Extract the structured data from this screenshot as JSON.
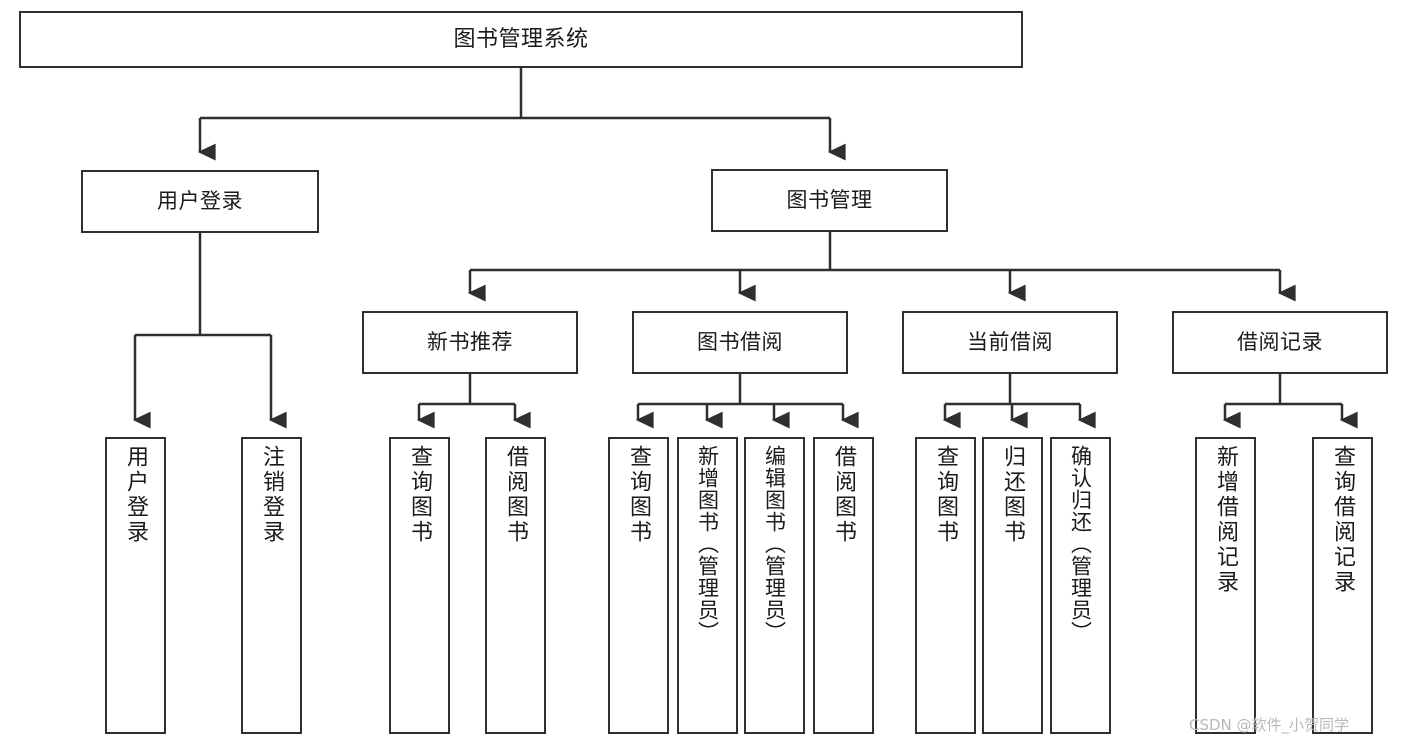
{
  "diagram": {
    "title": "图书管理系统",
    "type": "tree",
    "watermark": "CSDN @软件_小贺同学",
    "colors": {
      "box_border": "#2f2f2f",
      "box_fill": "#ffffff",
      "connector": "#2f2f2f",
      "text": "#1b1b1b",
      "watermark": "#b9b9b9",
      "background": "#ffffff"
    },
    "root": {
      "label": "图书管理系统"
    },
    "level1": [
      {
        "label": "用户登录"
      },
      {
        "label": "图书管理"
      }
    ],
    "level2": [
      {
        "label": "新书推荐"
      },
      {
        "label": "图书借阅"
      },
      {
        "label": "当前借阅"
      },
      {
        "label": "借阅记录"
      }
    ],
    "leaves": {
      "user_login": [
        {
          "label": "用户登录"
        },
        {
          "label": "注销登录"
        }
      ],
      "new_book": [
        {
          "label": "查询图书"
        },
        {
          "label": "借阅图书"
        }
      ],
      "book_borrow": [
        {
          "label": "查询图书"
        },
        {
          "label": "新增图书（管理员）"
        },
        {
          "label": "编辑图书（管理员）"
        },
        {
          "label": "借阅图书"
        }
      ],
      "current_borrow": [
        {
          "label": "查询图书"
        },
        {
          "label": "归还图书"
        },
        {
          "label": "确认归还（管理员）"
        }
      ],
      "borrow_record": [
        {
          "label": "新增借阅记录"
        },
        {
          "label": "查询借阅记录"
        }
      ]
    }
  }
}
